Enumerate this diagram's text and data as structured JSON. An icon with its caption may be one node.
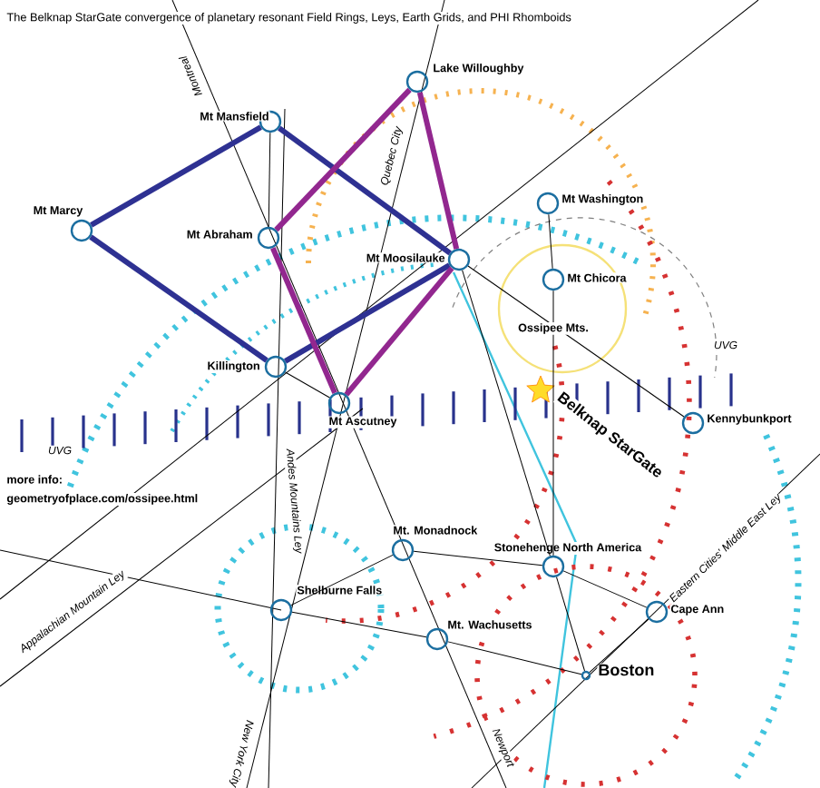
{
  "diagram": {
    "title": "The Belknap StarGate convergence of planetary resonant Field Rings, Leys, Earth Grids, and PHI Rhomboids",
    "nodes": [
      {
        "text": [
          "Lake Willoughby"
        ]
      },
      {
        "text": [
          "Mt Mansfield"
        ]
      },
      {
        "text": [
          "Mt Marcy"
        ]
      },
      {
        "text": [
          "Mt Abraham"
        ]
      },
      {
        "text": [
          "Mt Moosilauke"
        ]
      },
      {
        "text": [
          "Mt Washington"
        ]
      },
      {
        "text": [
          "Mt Chicora"
        ]
      },
      {
        "text": [
          "Killington"
        ]
      },
      {
        "text": [
          "Mt Ascutney"
        ]
      },
      {
        "text": [
          "Kennybunkport"
        ]
      },
      {
        "text": [
          "Mt. Monadnock"
        ]
      },
      {
        "text": [
          "Shelburne Falls"
        ]
      },
      {
        "text": [
          "Stonehenge North America"
        ]
      },
      {
        "text": [
          "Mt. Wachusetts"
        ]
      },
      {
        "text": [
          "Cape Ann"
        ]
      },
      {
        "text": [
          "Boston"
        ]
      }
    ],
    "edges": [
      {
        "from": 2,
        "to": 1,
        "arrow": "none",
        "style": "thick",
        "color": "#2e3192"
      },
      {
        "from": 1,
        "to": 4,
        "arrow": "none",
        "style": "thick",
        "color": "#2e3192"
      },
      {
        "from": 4,
        "to": 7,
        "arrow": "none",
        "style": "thick",
        "color": "#2e3192"
      },
      {
        "from": 7,
        "to": 2,
        "arrow": "none",
        "style": "thick",
        "color": "#2e3192"
      },
      {
        "from": 3,
        "to": 0,
        "arrow": "none",
        "style": "thick",
        "color": "#92278f"
      },
      {
        "from": 0,
        "to": 4,
        "arrow": "none",
        "style": "thick",
        "color": "#92278f"
      },
      {
        "from": 4,
        "to": 8,
        "arrow": "none",
        "style": "thick",
        "color": "#92278f"
      },
      {
        "from": 8,
        "to": 3,
        "arrow": "none",
        "style": "thick",
        "color": "#92278f"
      },
      {
        "from": 1,
        "to": 3,
        "arrow": "none"
      },
      {
        "from": 4,
        "to": 9,
        "arrow": "none"
      },
      {
        "from": 5,
        "to": 6,
        "arrow": "none"
      },
      {
        "from": 6,
        "to": 12,
        "arrow": "none"
      },
      {
        "from": 10,
        "to": 12,
        "arrow": "none"
      },
      {
        "from": 12,
        "to": 14,
        "arrow": "none"
      },
      {
        "from": 11,
        "to": 13,
        "arrow": "none"
      },
      {
        "from": 13,
        "to": 15,
        "arrow": "none"
      },
      {
        "from": 15,
        "to": 14,
        "arrow": "none"
      },
      {
        "from": 4,
        "to": 12,
        "arrow": "none"
      },
      {
        "from": 12,
        "to": 15,
        "arrow": "none"
      },
      {
        "from": 10,
        "to": 11,
        "arrow": "none"
      },
      {
        "from": 7,
        "to": 8,
        "arrow": "none"
      }
    ],
    "labels": [
      "Montreal",
      "Quebec City",
      "UVG",
      "Ossipee Mts.",
      "Belknap StarGate",
      "UVG",
      "more info:",
      "geometryofplace.com/ossipee.html",
      "Andes Mountains Ley",
      "Eastern Cities' Middle East Ley",
      "Appalachian Mountain Ley",
      "New York City",
      "Newport"
    ]
  }
}
